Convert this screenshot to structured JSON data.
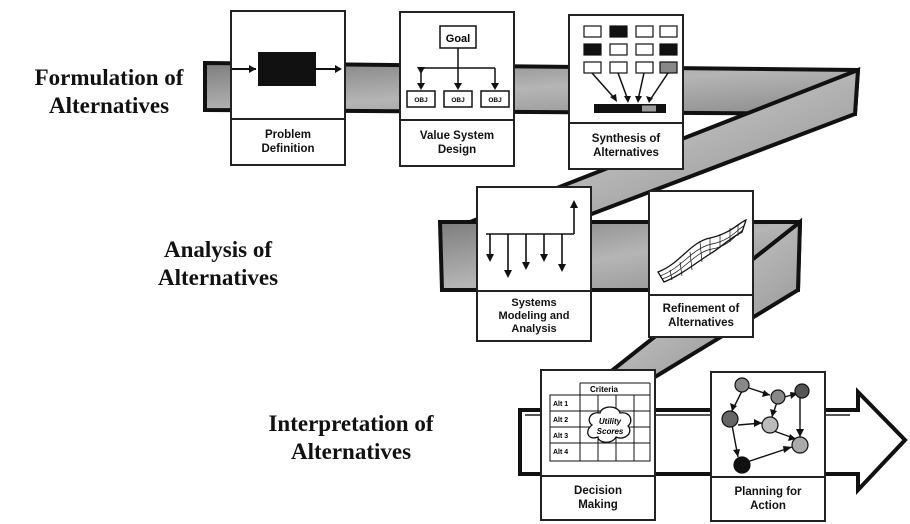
{
  "phases": {
    "formulation": {
      "line1": "Formulation of",
      "line2": "Alternatives"
    },
    "analysis": {
      "line1": "Analysis of",
      "line2": "Alternatives"
    },
    "interpretation": {
      "line1": "Interpretation of",
      "line2": "Alternatives"
    }
  },
  "steps": {
    "problem_definition": {
      "line1": "Problem",
      "line2": "Definition"
    },
    "value_system_design": {
      "line1": "Value System",
      "line2": "Design"
    },
    "synthesis": {
      "line1": "Synthesis of",
      "line2": "Alternatives"
    },
    "systems_modeling": {
      "line1": "Systems",
      "line2": "Modeling and",
      "line3": "Analysis"
    },
    "refinement": {
      "line1": "Refinement of",
      "line2": "Alternatives"
    },
    "decision_making": {
      "line1": "Decision",
      "line2": "Making"
    },
    "planning": {
      "line1": "Planning for",
      "line2": "Action"
    }
  },
  "value_system": {
    "goal": "Goal",
    "obj1": "OBJ",
    "obj2": "OBJ",
    "obj3": "OBJ"
  },
  "decision_matrix": {
    "criteria": "Criteria",
    "alts": [
      "Alt 1",
      "Alt 2",
      "Alt 3",
      "Alt 4"
    ],
    "utility_line1": "Utility",
    "utility_line2": "Scores"
  },
  "colors": {
    "ribbon_fill": "#9a9a9a",
    "ribbon_stroke": "#111111",
    "box_border": "#222222"
  }
}
